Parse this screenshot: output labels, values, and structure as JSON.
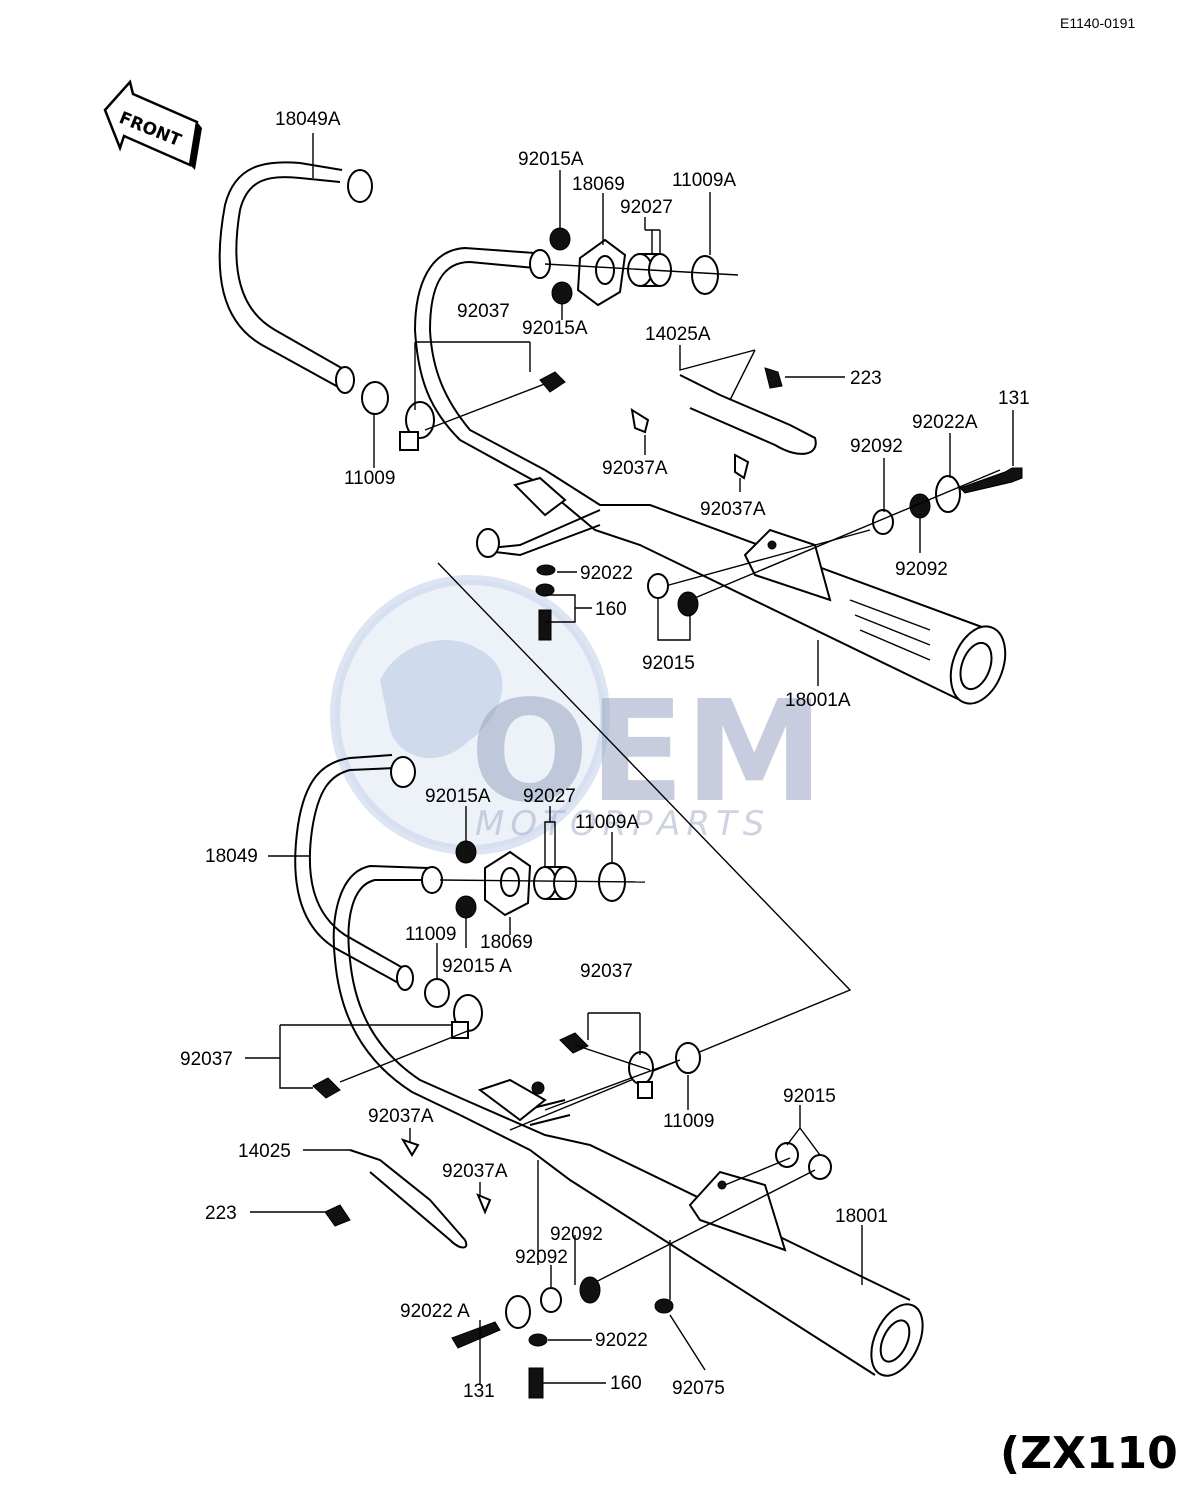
{
  "diagram_code": "E1140-0191",
  "front_label": "FRONT",
  "model_label": "(ZX110",
  "watermark": {
    "brand": "OEM",
    "sub": "MOTORPARTS"
  },
  "upper_labels": {
    "p18049A": "18049A",
    "p92015A_top": "92015A",
    "p18069": "18069",
    "p11009A": "11009A",
    "p92027": "92027",
    "p92037": "92037",
    "p92015A_low": "92015A",
    "p14025A": "14025A",
    "p223": "223",
    "p131": "131",
    "p92022A": "92022A",
    "p92092_a": "92092",
    "p11009": "11009",
    "p92037A_a": "92037A",
    "p92037A_b": "92037A",
    "p92092_b": "92092",
    "p92022": "92022",
    "p160": "160",
    "p92015": "92015",
    "p18001A": "18001A"
  },
  "lower_labels": {
    "p92015A_top": "92015A",
    "p92027": "92027",
    "p11009A": "11009A",
    "p18049": "18049",
    "p11009_a": "11009",
    "p18069": "18069",
    "p92015A_low": "92015 A",
    "p92037_a": "92037",
    "p92037_b": "92037",
    "p92037A_a": "92037A",
    "p14025": "14025",
    "p92037A_b": "92037A",
    "p223": "223",
    "p11009_b": "11009",
    "p92015": "92015",
    "p18001": "18001",
    "p92092_a": "92092",
    "p92092_b": "92092",
    "p92022A": "92022 A",
    "p92022": "92022",
    "p131": "131",
    "p160": "160",
    "p92075": "92075"
  }
}
